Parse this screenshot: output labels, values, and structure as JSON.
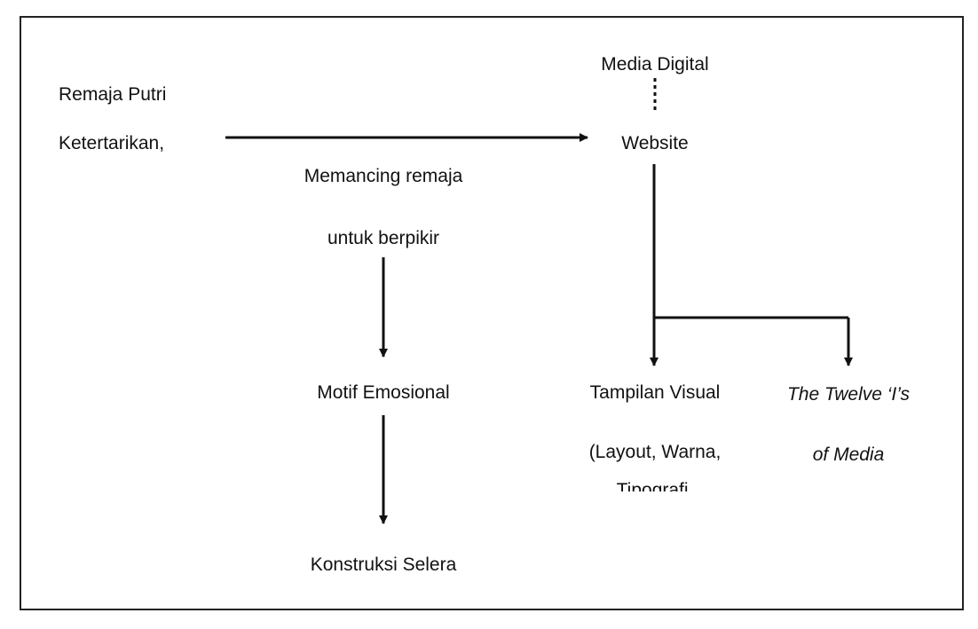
{
  "nodes": {
    "remaja_putri": "Remaja Putri",
    "ketertarikan": "Ketertarikan,",
    "memancing_line1": "Memancing remaja",
    "memancing_line2": "untuk berpikir",
    "motif_emosional": "Motif Emosional",
    "konstruksi_selera": "Konstruksi Selera",
    "media_digital": "Media Digital",
    "website": "Website",
    "tampilan_visual": "Tampilan Visual",
    "tampilan_detail": "(Layout, Warna,",
    "tampilan_detail_cut": "Tipografi,",
    "twelve_is_line1": "The Twelve ‘I’s",
    "twelve_is_line2": "of Media"
  },
  "colors": {
    "ink": "#111111",
    "frame": "#222222",
    "background": "#ffffff"
  }
}
